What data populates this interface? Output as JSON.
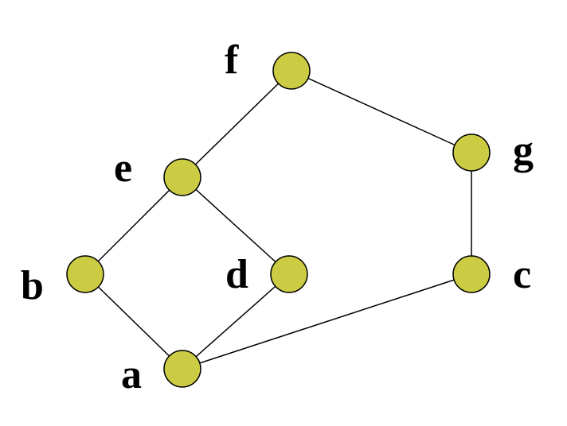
{
  "diagram": {
    "node_fill": "#cccc44",
    "node_stroke": "#000000",
    "edge_color": "#000000",
    "nodes": [
      {
        "id": "a",
        "label": "a"
      },
      {
        "id": "b",
        "label": "b"
      },
      {
        "id": "c",
        "label": "c"
      },
      {
        "id": "d",
        "label": "d"
      },
      {
        "id": "e",
        "label": "e"
      },
      {
        "id": "f",
        "label": "f"
      },
      {
        "id": "g",
        "label": "g"
      }
    ],
    "edges": [
      {
        "from": "a",
        "to": "b"
      },
      {
        "from": "a",
        "to": "d"
      },
      {
        "from": "a",
        "to": "c"
      },
      {
        "from": "b",
        "to": "e"
      },
      {
        "from": "d",
        "to": "e"
      },
      {
        "from": "e",
        "to": "f"
      },
      {
        "from": "f",
        "to": "g"
      },
      {
        "from": "g",
        "to": "c"
      }
    ]
  }
}
